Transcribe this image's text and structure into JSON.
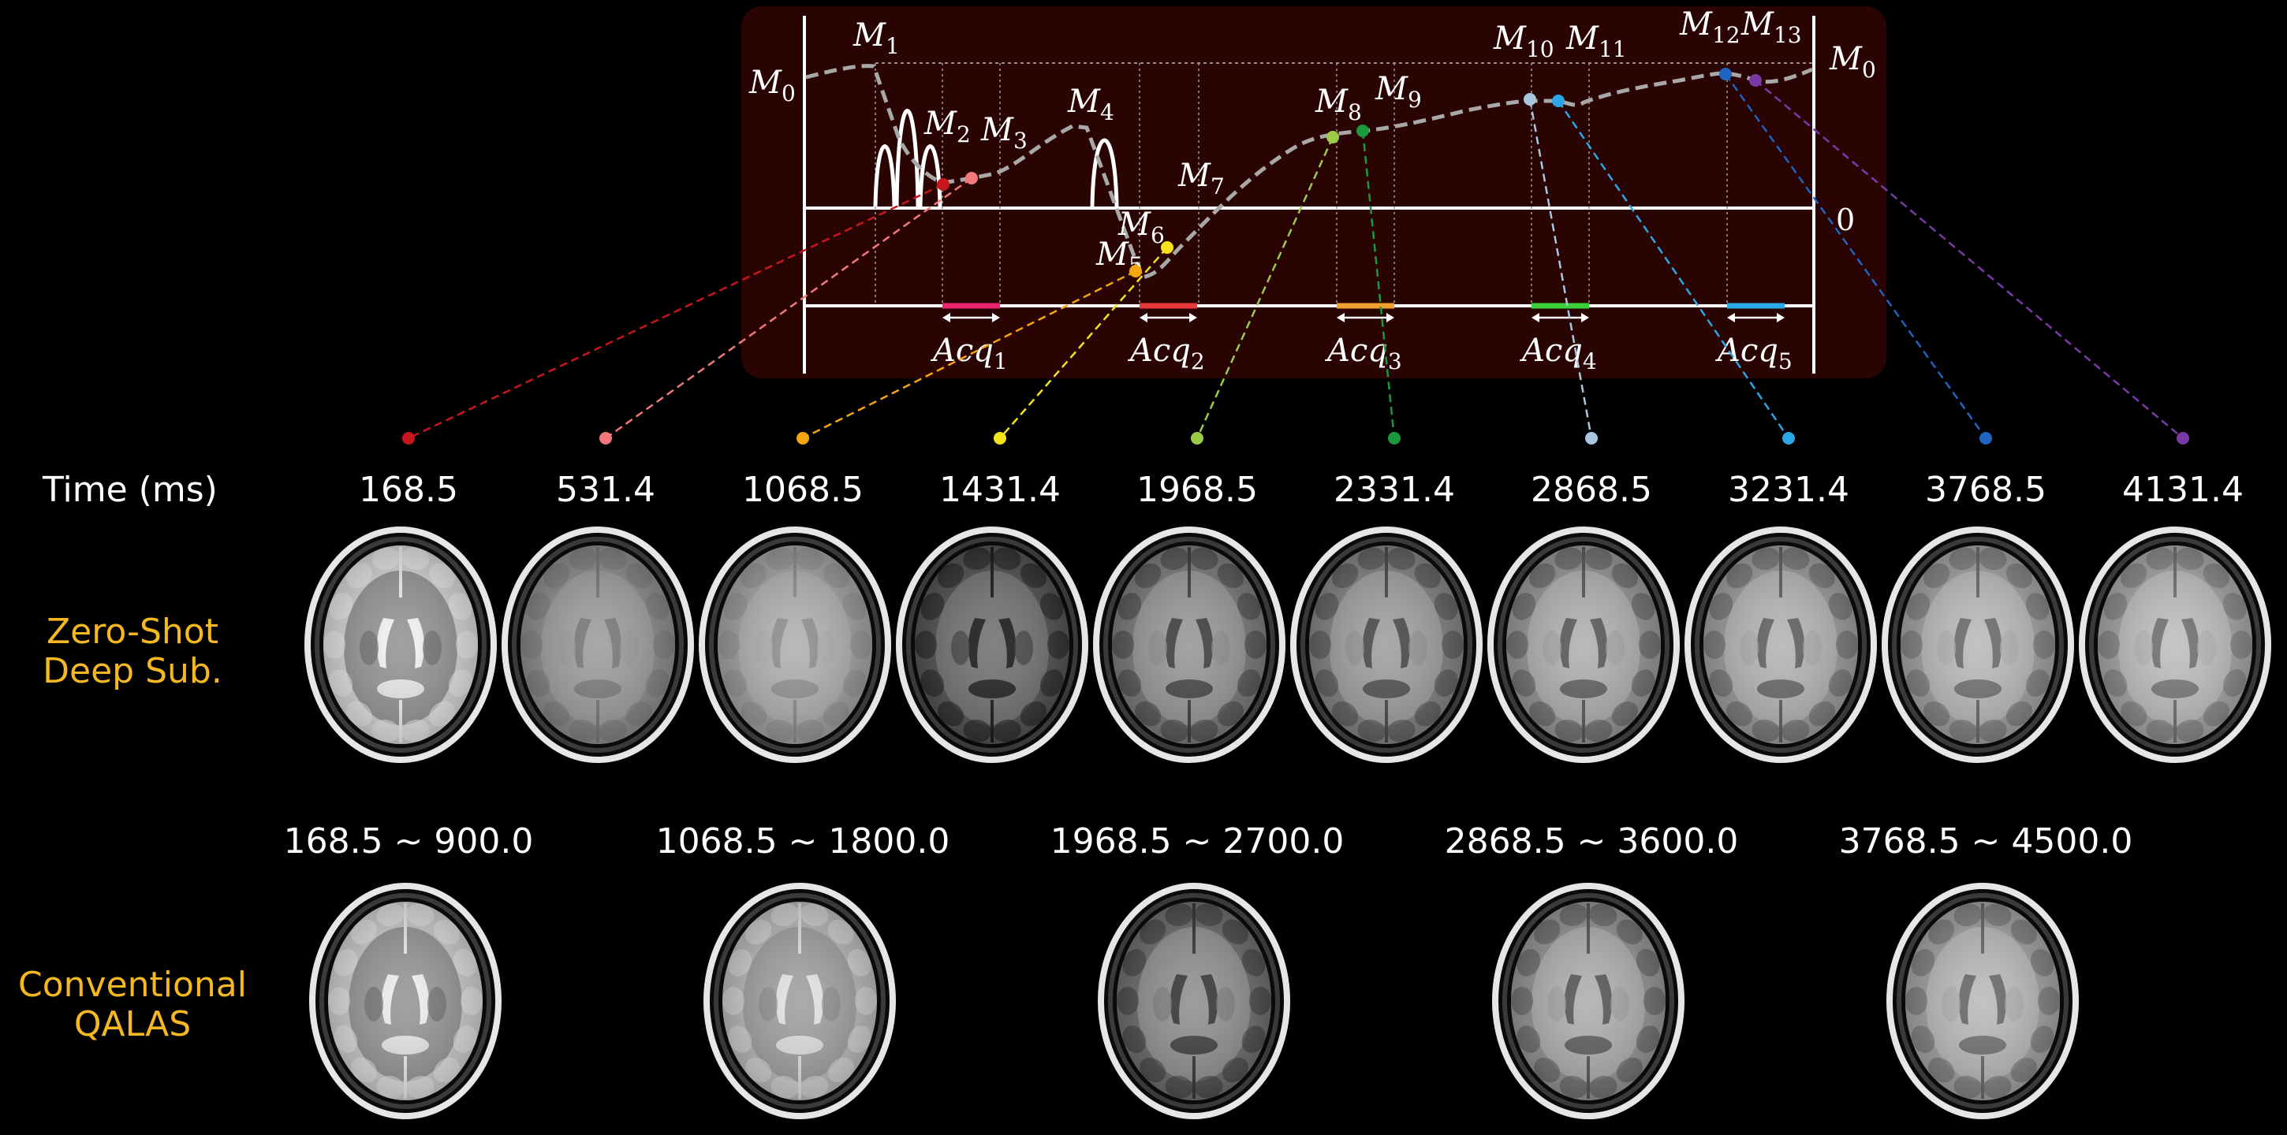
{
  "diagram": {
    "curve_labels": [
      {
        "base": "M",
        "sub": "0"
      },
      {
        "base": "M",
        "sub": "1"
      },
      {
        "base": "M",
        "sub": "2"
      },
      {
        "base": "M",
        "sub": "3"
      },
      {
        "base": "M",
        "sub": "4"
      },
      {
        "base": "M",
        "sub": "5"
      },
      {
        "base": "M",
        "sub": "6"
      },
      {
        "base": "M",
        "sub": "7"
      },
      {
        "base": "M",
        "sub": "8"
      },
      {
        "base": "M",
        "sub": "9"
      },
      {
        "base": "M",
        "sub": "10"
      },
      {
        "base": "M",
        "sub": "11"
      },
      {
        "base": "M",
        "sub": "12"
      },
      {
        "base": "M",
        "sub": "13"
      },
      {
        "base": "M",
        "sub": "0"
      }
    ],
    "zero_label": "0",
    "acq_labels": [
      {
        "base": "Acq",
        "sub": "1",
        "color": "#e8246c"
      },
      {
        "base": "Acq",
        "sub": "2",
        "color": "#e83a3a"
      },
      {
        "base": "Acq",
        "sub": "3",
        "color": "#f0a030"
      },
      {
        "base": "Acq",
        "sub": "4",
        "color": "#3ccf3c"
      },
      {
        "base": "Acq",
        "sub": "5",
        "color": "#2aa8e8"
      }
    ]
  },
  "time_label": "Time (ms)",
  "time_points": [
    {
      "value": "168.5",
      "color": "#c8161e"
    },
    {
      "value": "531.4",
      "color": "#f2787a"
    },
    {
      "value": "1068.5",
      "color": "#f3a60f"
    },
    {
      "value": "1431.4",
      "color": "#f6e21a"
    },
    {
      "value": "1968.5",
      "color": "#9ccb4a"
    },
    {
      "value": "2331.4",
      "color": "#1a9a3c"
    },
    {
      "value": "2868.5",
      "color": "#a8c6e0"
    },
    {
      "value": "3231.4",
      "color": "#2ca6e6"
    },
    {
      "value": "3768.5",
      "color": "#1e64c0"
    },
    {
      "value": "4131.4",
      "color": "#7a3aa6"
    }
  ],
  "rows": {
    "zero_shot": {
      "line1": "Zero-Shot",
      "line2": "Deep Sub."
    },
    "conventional": {
      "line1": "Conventional",
      "line2": "QALAS"
    }
  },
  "conventional_ranges": [
    "168.5 ~ 900.0",
    "1068.5 ~ 1800.0",
    "1968.5 ~ 2700.0",
    "2868.5 ~ 3600.0",
    "3768.5 ~ 4500.0"
  ],
  "zero_shot_contrasts": [
    {
      "tissue": "#d8d8d8",
      "csf": "#f4f4f4",
      "wm": "#8c8c8c",
      "bg": "#6a6a6a"
    },
    {
      "tissue": "#909090",
      "csf": "#7a7a7a",
      "wm": "#a2a2a2",
      "bg": "#9a9a9a"
    },
    {
      "tissue": "#a6a6a6",
      "csf": "#909090",
      "wm": "#b4b4b4",
      "bg": "#acacac"
    },
    {
      "tissue": "#555555",
      "csf": "#1c1c1c",
      "wm": "#7a7a7a",
      "bg": "#3a3a3a"
    },
    {
      "tissue": "#7e7e7e",
      "csf": "#404040",
      "wm": "#9e9e9e",
      "bg": "#8a8a8a"
    },
    {
      "tissue": "#868686",
      "csf": "#4a4a4a",
      "wm": "#a6a6a6",
      "bg": "#909090"
    },
    {
      "tissue": "#9a9a9a",
      "csf": "#5a5a5a",
      "wm": "#b6b6b6",
      "bg": "#a2a2a2"
    },
    {
      "tissue": "#a0a0a0",
      "csf": "#626262",
      "wm": "#bababa",
      "bg": "#a8a8a8"
    },
    {
      "tissue": "#a6a6a6",
      "csf": "#6c6c6c",
      "wm": "#c0c0c0",
      "bg": "#aeaeae"
    },
    {
      "tissue": "#aaaaaa",
      "csf": "#727272",
      "wm": "#c4c4c4",
      "bg": "#b2b2b2"
    }
  ],
  "conventional_contrasts": [
    {
      "tissue": "#cfcfcf",
      "csf": "#f0f0f0",
      "wm": "#8e8e8e",
      "bg": "#6c6c6c"
    },
    {
      "tissue": "#bcbcbc",
      "csf": "#e4e4e4",
      "wm": "#9e9e9e",
      "bg": "#8a8a8a"
    },
    {
      "tissue": "#707070",
      "csf": "#383838",
      "wm": "#989898",
      "bg": "#7a7a7a"
    },
    {
      "tissue": "#979797",
      "csf": "#585858",
      "wm": "#b4b4b4",
      "bg": "#a0a0a0"
    },
    {
      "tissue": "#a6a6a6",
      "csf": "#6a6a6a",
      "wm": "#c0c0c0",
      "bg": "#acacac"
    }
  ]
}
